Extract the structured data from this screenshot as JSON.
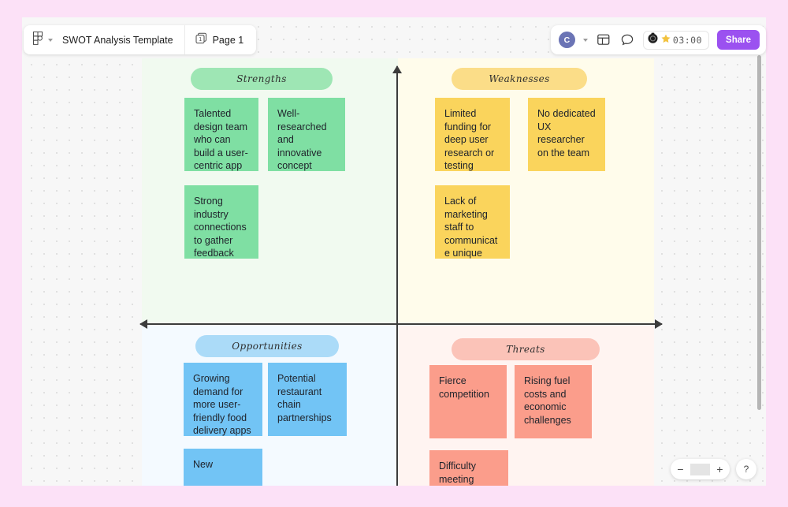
{
  "toolbar_left": {
    "app_icon": "figma-logo-icon",
    "chevron_icon": "chevron-down-icon",
    "doc_title": "SWOT Analysis Template",
    "page_icon": "pages-stack-icon",
    "page_label": "Page 1"
  },
  "toolbar_right": {
    "avatar_initial": "C",
    "avatar_chevron_icon": "chevron-down-icon",
    "layout_icon": "layout-panel-icon",
    "comment_icon": "comment-bubble-icon",
    "timer_icon": "timer-clock-icon",
    "star_icon": "star-icon",
    "timer_value": "03:00",
    "share_label": "Share",
    "share_color": "#9B51F0"
  },
  "zoom_controls": {
    "zoom_out_label": "−",
    "zoom_in_label": "+",
    "help_label": "?"
  },
  "canvas": {
    "frame_color": "#FCE1F7",
    "board_color": "#F7F7F7",
    "axis_color": "#3C3C3C"
  },
  "swot": {
    "quadrants": [
      {
        "key": "strengths",
        "title": "Strengths",
        "pill_color": "#9EE6B4",
        "background": "#F1FAF0",
        "note_color": "#7FDFA3",
        "notes": [
          "Talented design team who can build a user-centric app",
          "Well-researched and innovative concept",
          "Strong industry connections to gather feedback"
        ]
      },
      {
        "key": "weaknesses",
        "title": "Weaknesses",
        "pill_color": "#FBDD88",
        "background": "#FFFCEB",
        "note_color": "#FAD45C",
        "notes": [
          "Limited funding for deep user research or testing",
          "No dedicated UX researcher on the team",
          "Lack of marketing staff to communicate unique user benefits"
        ]
      },
      {
        "key": "opportunities",
        "title": "Opportunities",
        "pill_color": "#ABDBF8",
        "background": "#F4FAFF",
        "note_color": "#72C4F5",
        "notes": [
          "Growing demand for more user-friendly food delivery apps",
          "Potential restaurant chain partnerships",
          "New"
        ]
      },
      {
        "key": "threats",
        "title": "Threats",
        "pill_color": "#FBC3B8",
        "background": "#FFF4F1",
        "note_color": "#FB9D8B",
        "notes": [
          "Fierce competition",
          "Rising fuel costs and economic challenges",
          "Difficulty meeting"
        ]
      }
    ]
  }
}
